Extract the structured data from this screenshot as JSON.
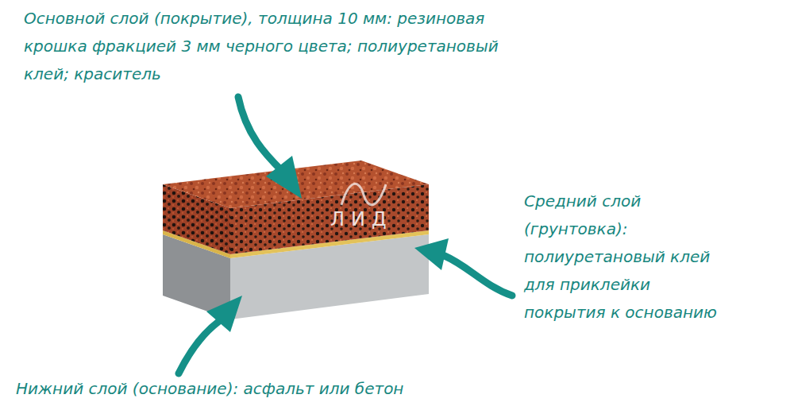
{
  "diagram": {
    "labels": [
      "Основной слой (покрытие), толщина 10 мм: резиновая крошка фракцией 3 мм черного цвета; полиуретановый клей; краситель",
      "Средний слой (грунтовка): полиуретановый клей для приклейки покрытия к основанию",
      "Нижний слой (основание): асфальт или бетон",
      "ЛИД"
    ]
  }
}
